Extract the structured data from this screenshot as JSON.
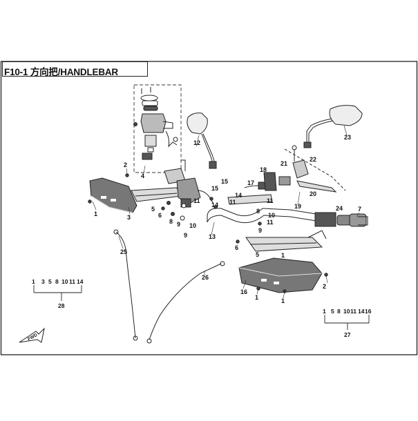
{
  "title": "F10-1 方向把/HANDLEBAR",
  "fwd_label": "FWD",
  "callouts": [
    {
      "id": "c1a",
      "label": "1"
    },
    {
      "id": "c1b",
      "label": "1"
    },
    {
      "id": "c1c",
      "label": "1"
    },
    {
      "id": "c1d",
      "label": "1"
    },
    {
      "id": "c2a",
      "label": "2"
    },
    {
      "id": "c2b",
      "label": "2"
    },
    {
      "id": "c3",
      "label": "3"
    },
    {
      "id": "c4",
      "label": "4"
    },
    {
      "id": "c5a",
      "label": "5"
    },
    {
      "id": "c5b",
      "label": "5"
    },
    {
      "id": "c6a",
      "label": "6"
    },
    {
      "id": "c6b",
      "label": "6"
    },
    {
      "id": "c7",
      "label": "7"
    },
    {
      "id": "c8a",
      "label": "8"
    },
    {
      "id": "c8b",
      "label": "8"
    },
    {
      "id": "c9a",
      "label": "9"
    },
    {
      "id": "c9b",
      "label": "9"
    },
    {
      "id": "c9c",
      "label": "9"
    },
    {
      "id": "c10a",
      "label": "10"
    },
    {
      "id": "c10b",
      "label": "10"
    },
    {
      "id": "c11a",
      "label": "11"
    },
    {
      "id": "c11b",
      "label": "11"
    },
    {
      "id": "c11c",
      "label": "11"
    },
    {
      "id": "c11d",
      "label": "11"
    },
    {
      "id": "c12",
      "label": "12"
    },
    {
      "id": "c13",
      "label": "13"
    },
    {
      "id": "c14a",
      "label": "14"
    },
    {
      "id": "c14b",
      "label": "14"
    },
    {
      "id": "c15a",
      "label": "15"
    },
    {
      "id": "c15b",
      "label": "15"
    },
    {
      "id": "c16",
      "label": "16"
    },
    {
      "id": "c17",
      "label": "17"
    },
    {
      "id": "c18",
      "label": "18"
    },
    {
      "id": "c19",
      "label": "19"
    },
    {
      "id": "c20",
      "label": "20"
    },
    {
      "id": "c21",
      "label": "21"
    },
    {
      "id": "c22",
      "label": "22"
    },
    {
      "id": "c23",
      "label": "23"
    },
    {
      "id": "c24",
      "label": "24"
    },
    {
      "id": "c25",
      "label": "25"
    },
    {
      "id": "c26",
      "label": "26"
    }
  ],
  "kits": [
    {
      "id": "k28",
      "number": "28",
      "parts": [
        "1",
        "3",
        "5",
        "8",
        "10",
        "11",
        "14"
      ]
    },
    {
      "id": "k27",
      "number": "27",
      "parts": [
        "1",
        "5",
        "8",
        "10",
        "11",
        "14",
        "16"
      ]
    }
  ]
}
